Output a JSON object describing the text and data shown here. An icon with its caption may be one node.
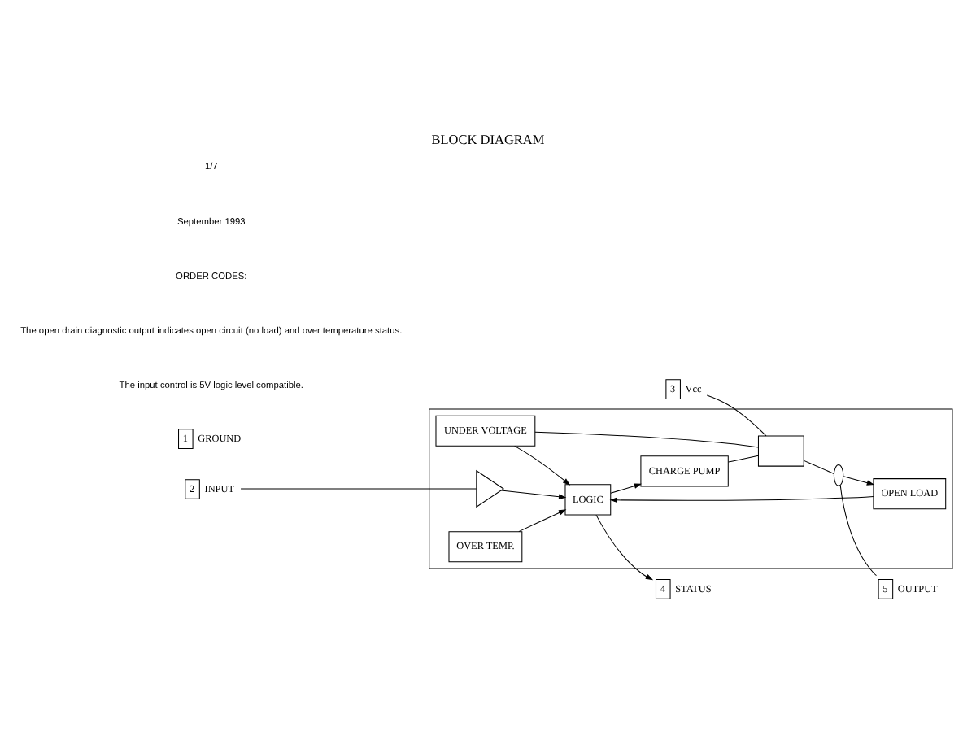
{
  "diagram": {
    "title": "BLOCK DIAGRAM",
    "nodes": [
      {
        "text": [],
        "shape": "box"
      },
      {
        "text": [
          "UNDER VOLTAGE"
        ],
        "in": 0
      },
      {
        "text": [],
        "shape": "triangle",
        "in": 0
      },
      {
        "text": [
          "LOGIC"
        ],
        "in": 0
      },
      {
        "text": [
          "CHARGE PUMP"
        ],
        "in": 0
      },
      {
        "text": [],
        "shape": "box",
        "in": 0
      },
      {
        "text": [],
        "shape": "ellipse",
        "in": 0
      },
      {
        "text": [
          "OPEN LOAD"
        ],
        "in": 0
      },
      {
        "text": [
          "OVER TEMP."
        ],
        "in": 0
      },
      {
        "text": [
          "2"
        ],
        "beside": [
          "INPUT"
        ]
      },
      {
        "text": [
          "4"
        ],
        "beside": [
          "STATUS"
        ]
      },
      {
        "text": [
          "3"
        ],
        "beside": [
          "Vcc"
        ]
      },
      {
        "text": [
          "5"
        ],
        "beside": [
          "OUTPUT"
        ]
      },
      {
        "text": [
          "1"
        ],
        "beside": [
          "GROUND"
        ]
      }
    ],
    "edges": [
      {
        "from": 9,
        "to": 2,
        "arrow": "none"
      },
      {
        "from": 2,
        "to": 3,
        "arrow": "to"
      },
      {
        "from": 1,
        "to": 3,
        "arrow": "to"
      },
      {
        "from": 3,
        "to": 4,
        "arrow": "to"
      },
      {
        "from": 4,
        "to": 5,
        "arrow": "none"
      },
      {
        "from": 11,
        "to": 5,
        "arrow": "none"
      },
      {
        "from": 1,
        "to": 5,
        "arrow": "none"
      },
      {
        "from": 5,
        "to": 6,
        "arrow": "none"
      },
      {
        "from": 6,
        "to": 12,
        "arrow": "none"
      },
      {
        "from": 6,
        "to": 7,
        "arrow": "to"
      },
      {
        "from": 7,
        "to": 3,
        "arrow": "to"
      },
      {
        "from": 8,
        "to": 3,
        "arrow": "to"
      },
      {
        "from": 3,
        "to": 10,
        "arrow": "to"
      }
    ],
    "labels": [
      "The input control is 5V logic level compatible.",
      "The open drain diagnostic output indicates open circuit (no load) and over temperature status.",
      "ORDER CODES:",
      "September 1993",
      "1/7"
    ]
  }
}
